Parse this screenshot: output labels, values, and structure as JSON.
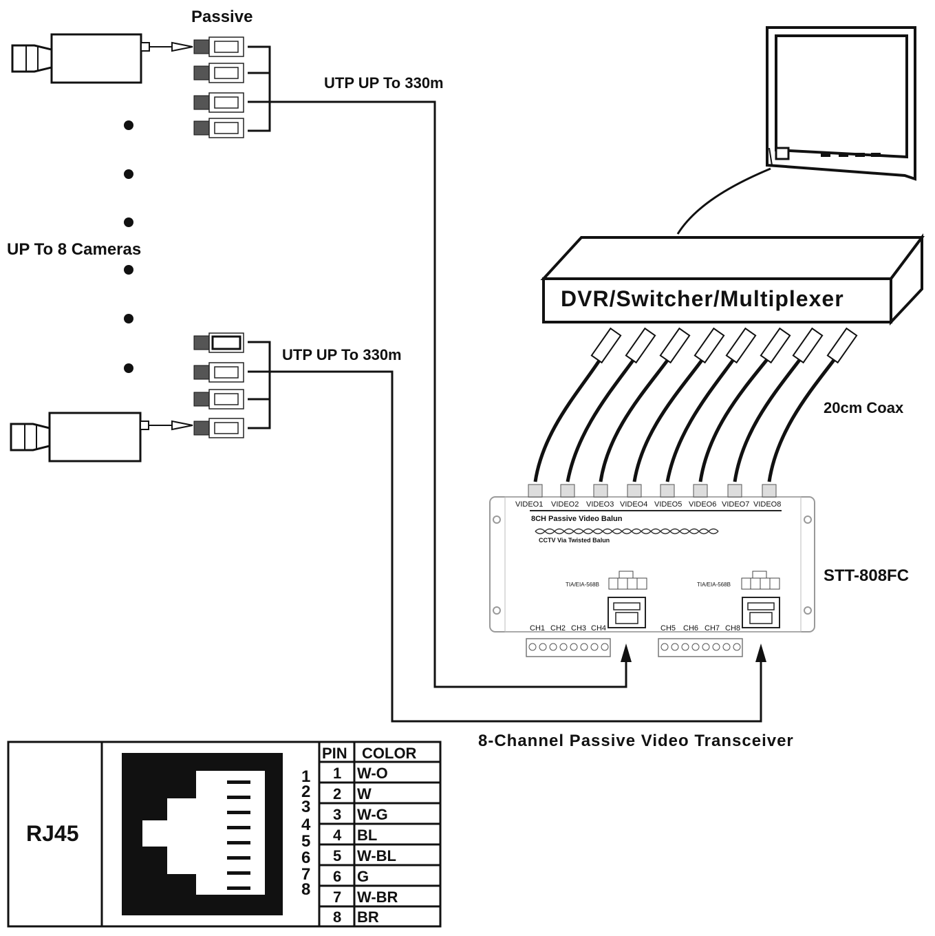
{
  "labels": {
    "passive": "Passive",
    "utp_top": "UTP UP To 330m",
    "utp_bottom": "UTP UP To 330m",
    "cameras": "UP To 8 Cameras",
    "dvr": "DVR/Switcher/Multiplexer",
    "coax": "20cm Coax",
    "model": "STT-808FC",
    "transceiver": "8-Channel Passive Video Transceiver"
  },
  "device": {
    "video_ports": [
      "VIDEO1",
      "VIDEO2",
      "VIDEO3",
      "VIDEO4",
      "VIDEO5",
      "VIDEO6",
      "VIDEO7",
      "VIDEO8"
    ],
    "title": "8CH Passive Video Balun",
    "subtitle": "CCTV Via Twisted Balun",
    "standard_left": "TIA/EIA-568B",
    "standard_right": "TIA/EIA-568B",
    "channels_left": [
      "CH1",
      "CH2",
      "CH3",
      "CH4"
    ],
    "channels_right": [
      "CH5",
      "CH6",
      "CH7",
      "CH8"
    ]
  },
  "rj45": {
    "title": "RJ45",
    "pin_numbers": [
      "1",
      "2",
      "3",
      "4",
      "5",
      "6",
      "7",
      "8"
    ],
    "headers": [
      "PIN",
      "COLOR"
    ],
    "rows": [
      [
        "1",
        "W-O"
      ],
      [
        "2",
        "W"
      ],
      [
        "3",
        "W-G"
      ],
      [
        "4",
        "BL"
      ],
      [
        "5",
        "W-BL"
      ],
      [
        "6",
        "G"
      ],
      [
        "7",
        "W-BR"
      ],
      [
        "8",
        "BR"
      ]
    ]
  }
}
